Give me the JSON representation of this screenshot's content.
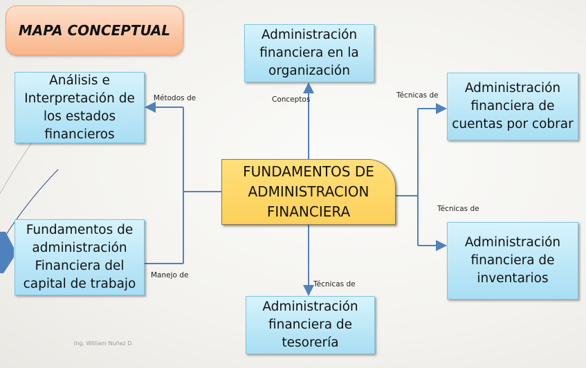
{
  "title": "MAPA CONCEPTUAL",
  "center": "FUNDAMENTOS DE ADMINISTRACION FINANCIERA",
  "nodes": {
    "top": "Administración financiera en la organización",
    "left_top": "Análisis e Interpretación de los estados financieros",
    "left_bottom": "Fundamentos de administración Financiera del capital de trabajo",
    "right_top": "Administración financiera de cuentas por cobrar",
    "right_bottom": "Administración financiera de inventarios",
    "bottom": "Administración financiera de tesorería"
  },
  "labels": {
    "metodos": "Métodos de",
    "conceptos": "Conceptos",
    "tecnicas_cxc": "Técnicas de",
    "tecnicas_inv": "Técnicas de",
    "manejo": "Manejo de",
    "tecnicas_tes": "Técnicas de"
  },
  "footer": "Ing. William Nuñez D.",
  "colors": {
    "connector": "#4f81bd",
    "node": "#a8def3",
    "center": "#fcd05a",
    "title": "#f9b58a"
  }
}
